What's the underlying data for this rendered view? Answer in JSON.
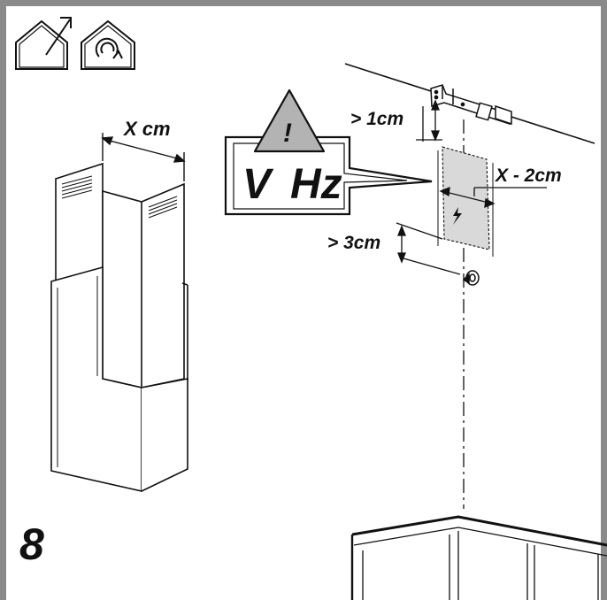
{
  "labels": {
    "chimney_width": "X cm",
    "clearance_top": "> 1cm",
    "socket_width": "X - 2cm",
    "clearance_bottom": "> 3cm",
    "warning_mark": "!",
    "voltage": "V",
    "frequency": "Hz"
  },
  "step_number": "8",
  "icons": [
    "house-extraction-icon",
    "house-recirculation-icon"
  ],
  "colors": {
    "frame": "#8a8a8a",
    "line": "#111111",
    "socket_area": "#d9d9d9",
    "warning_fill": "#b3b3b3"
  }
}
